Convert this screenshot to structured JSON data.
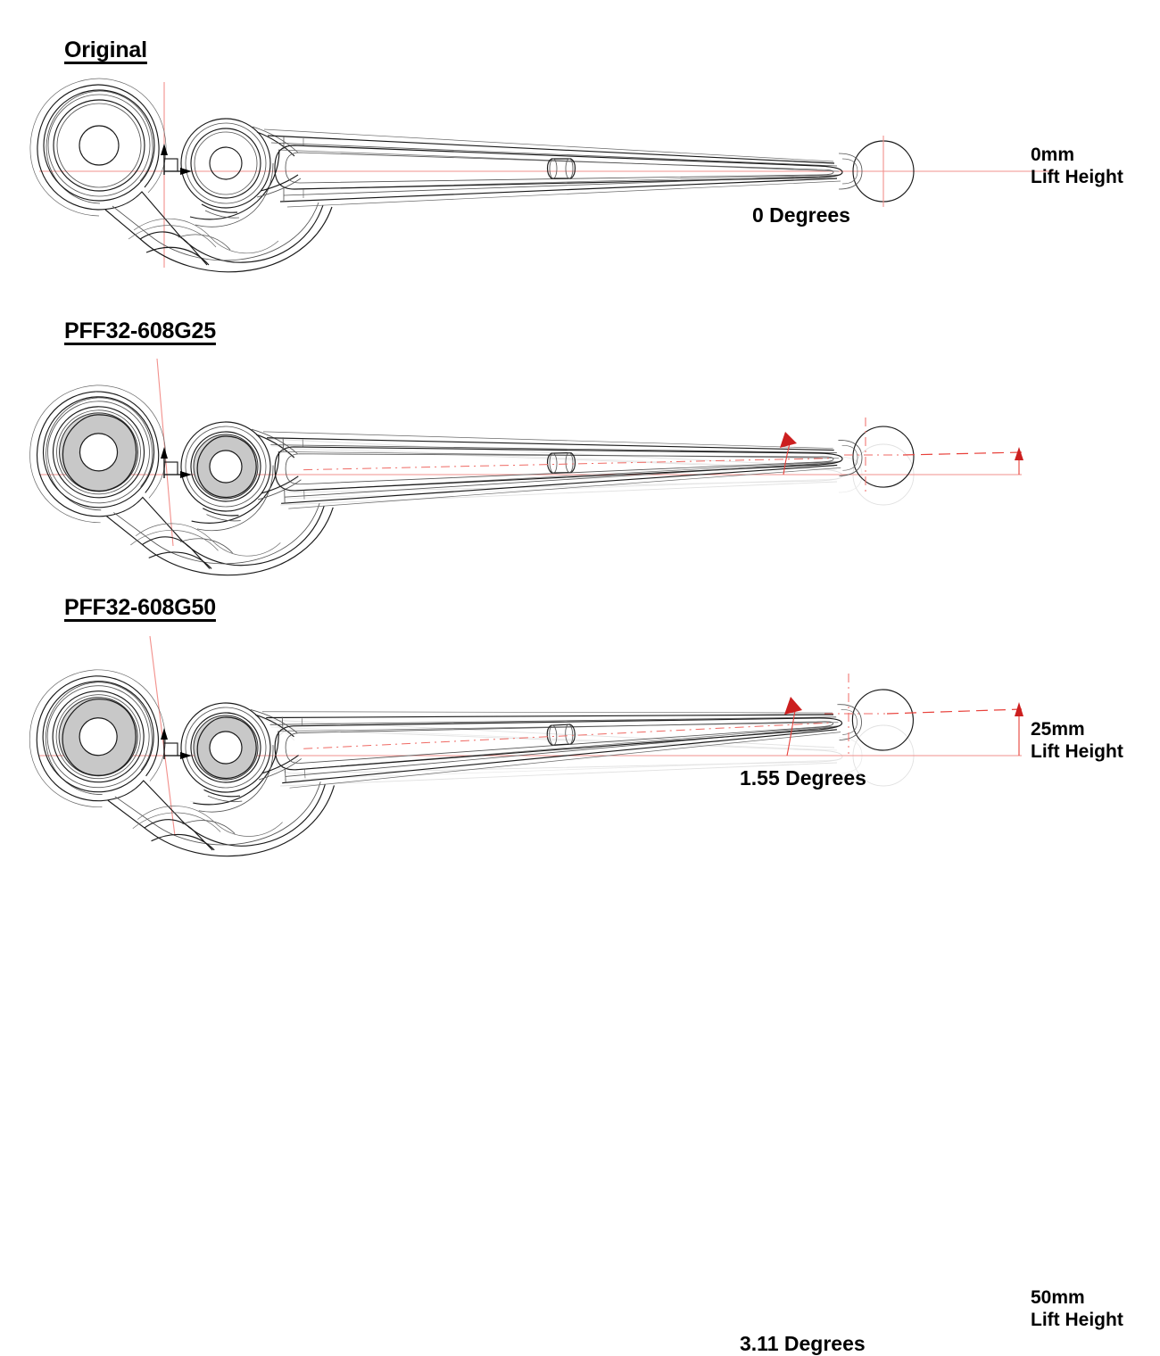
{
  "document": {
    "type": "technical-drawing",
    "subject": "Suspension control arm / radius arm lift comparison",
    "background_color": "#ffffff",
    "accent_color": "#e8403a",
    "bushing_color": "#c8c8c8"
  },
  "panels": [
    {
      "id": "original",
      "title": "Original",
      "angle_label": "0 Degrees",
      "lift_value": "0mm",
      "lift_caption": "Lift Height",
      "angle_degrees": 0,
      "lift_mm": 0,
      "has_poly_bushings": false,
      "has_ghost_overlay": false,
      "has_lift_dimension_arrow": false
    },
    {
      "id": "pff32-608g25",
      "title": "PFF32-608G25",
      "angle_label": "1.55 Degrees",
      "lift_value": "25mm",
      "lift_caption": "Lift Height",
      "angle_degrees": 1.55,
      "lift_mm": 25,
      "has_poly_bushings": true,
      "has_ghost_overlay": true,
      "has_lift_dimension_arrow": true
    },
    {
      "id": "pff32-608g50",
      "title": "PFF32-608G50",
      "angle_label": "3.11 Degrees",
      "lift_value": "50mm",
      "lift_caption": "Lift Height",
      "angle_degrees": 3.11,
      "lift_mm": 50,
      "has_poly_bushings": true,
      "has_ghost_overlay": true,
      "has_lift_dimension_arrow": true
    }
  ],
  "markers": {
    "origin_symbol": "coordinate-origin",
    "ball_joint_symbol": "ball-joint-centre-cross",
    "datum_line": "horizontal-datum"
  }
}
